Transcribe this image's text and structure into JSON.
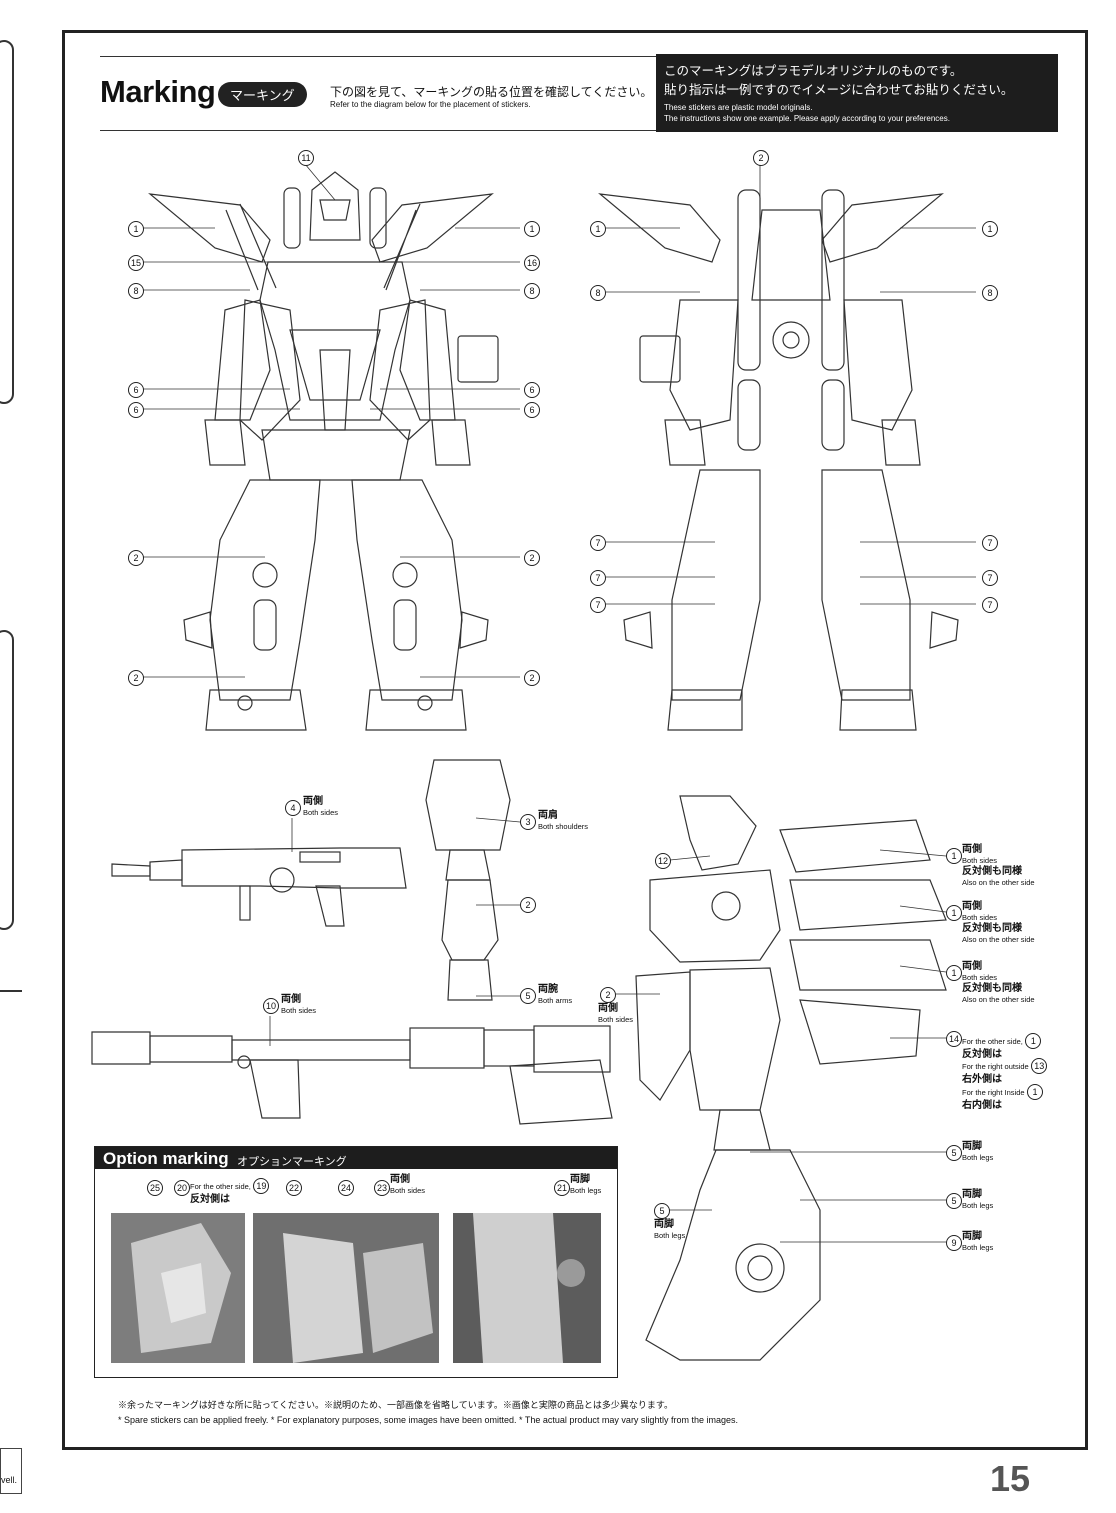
{
  "header": {
    "title": "Marking",
    "title_pill": "マーキング",
    "instruction_jp": "下の図を見て、マーキングの貼る位置を確認してください。",
    "instruction_en": "Refer to the diagram below for the placement of stickers.",
    "notice_jp_1": "このマーキングはプラモデルオリジナルのものです。",
    "notice_jp_2": "貼り指示は一例ですのでイメージに合わせてお貼りください。",
    "notice_en_1": "These stickers are plastic model originals.",
    "notice_en_2": "The instructions show one example. Please apply according to your preferences."
  },
  "front_callouts": {
    "n11": "11",
    "n1a": "1",
    "n1b": "1",
    "n15": "15",
    "n16": "16",
    "n8a": "8",
    "n8b": "8",
    "n6a": "6",
    "n6b": "6",
    "n6c": "6",
    "n6d": "6",
    "n2a": "2",
    "n2b": "2",
    "n2c": "2",
    "n2d": "2"
  },
  "back_callouts": {
    "n2": "2",
    "n1a": "1",
    "n1b": "1",
    "n8a": "8",
    "n8b": "8",
    "n7a": "7",
    "n7b": "7",
    "n7c": "7",
    "n7d": "7",
    "n7e": "7",
    "n7f": "7"
  },
  "parts": {
    "rifle_num": "4",
    "rifle_jp": "両側",
    "rifle_en": "Both sides",
    "bazooka_num": "10",
    "bazooka_jp": "両側",
    "bazooka_en": "Both sides",
    "arm_num3": "3",
    "arm_jp3": "両肩",
    "arm_en3": "Both shoulders",
    "arm_num2": "2",
    "arm_num5": "5",
    "arm_jp5": "両腕",
    "arm_en5": "Both arms"
  },
  "side_callouts": {
    "n12": "12",
    "b1_num": "1",
    "b1_jp": "両側",
    "b1_en": "Both sides",
    "b1_jp2": "反対側も同様",
    "b1_en2": "Also on the other side",
    "b2_num": "1",
    "b2_jp": "両側",
    "b2_en": "Both sides",
    "b2_jp2": "反対側も同様",
    "b2_en2": "Also on the other side",
    "b3_num": "1",
    "b3_jp": "両側",
    "b3_en": "Both sides",
    "b3_jp2": "反対側も同様",
    "b3_en2": "Also on the other side",
    "s2_num": "2",
    "s2_jp": "両側",
    "s2_en": "Both sides",
    "n14": "14",
    "other_en": "For the other side,",
    "other_num": "1",
    "other_jp": "反対側は",
    "ro_en": "For the right outside",
    "ro_num": "13",
    "ro_jp": "右外側は",
    "ri_en": "For the right Inside",
    "ri_num": "1",
    "ri_jp": "右内側は",
    "l5a_num": "5",
    "l5a_jp": "両脚",
    "l5a_en": "Both legs",
    "l5b_num": "5",
    "l5b_jp": "両脚",
    "l5b_en": "Both legs",
    "l5c_num": "5",
    "l5c_jp": "両脚",
    "l5c_en": "Both legs",
    "l9_num": "9",
    "l9_jp": "両脚",
    "l9_en": "Both legs"
  },
  "option": {
    "title": "Option marking",
    "title_jp": "オプションマーキング",
    "n25": "25",
    "n20": "20",
    "other_en": "For the other side,",
    "other_jp": "反対側は",
    "n19": "19",
    "n22": "22",
    "n24": "24",
    "n23": "23",
    "n23_jp": "両側",
    "n23_en": "Both sides",
    "n21": "21",
    "n21_jp": "両脚",
    "n21_en": "Both legs"
  },
  "footer": {
    "note_jp": "※余ったマーキングは好きな所に貼ってください。※説明のため、一部画像を省略しています。※画像と実際の商品とは多少異なります。",
    "note_en": "* Spare stickers can be applied freely. * For explanatory purposes, some images have been omitted. * The actual product may vary slightly from the images.",
    "page_number": "15",
    "edge_text": "vell."
  }
}
